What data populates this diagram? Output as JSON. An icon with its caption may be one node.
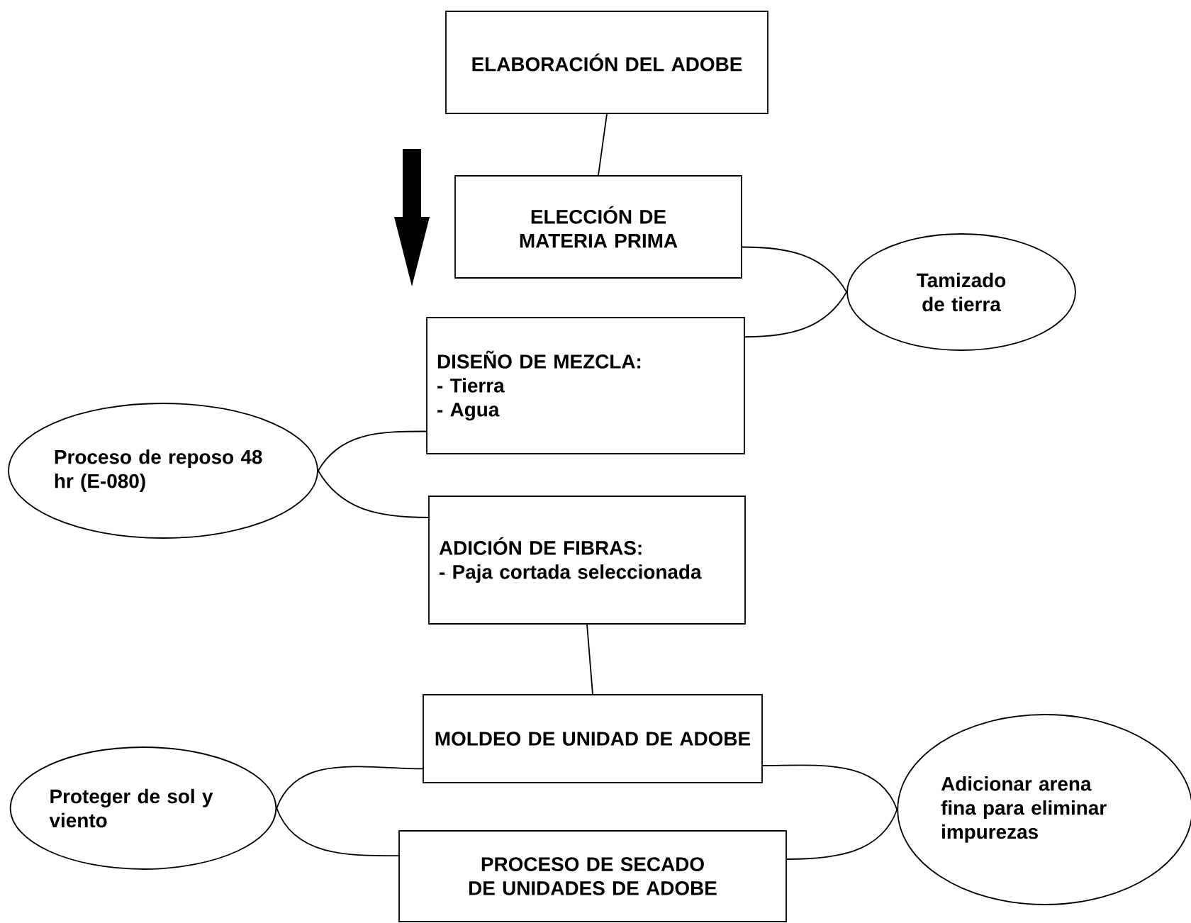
{
  "diagram": {
    "nodes": [
      {
        "text": [
          "ELABORACIÓN DEL ADOBE"
        ]
      },
      {
        "text": [
          "ELECCIÓN DE MATERIA PRIMA"
        ]
      },
      {
        "text": [
          "Tamizado de tierra"
        ]
      },
      {
        "text": [
          "DISEÑO DE MEZCLA:",
          "- Tierra",
          "- Agua"
        ]
      },
      {
        "text": [
          "Proceso de reposo 48 hr (E-080)"
        ]
      },
      {
        "text": [
          "ADICIÓN DE FIBRAS:",
          "- Paja cortada seleccionada"
        ]
      },
      {
        "text": [
          "MOLDEO DE UNIDAD DE ADOBE"
        ]
      },
      {
        "text": [
          "Proteger de sol y viento"
        ]
      },
      {
        "text": [
          "Adicionar arena fina para eliminar impurezas"
        ]
      },
      {
        "text": [
          "PROCESO DE SECADO DE UNIDADES DE ADOBE"
        ]
      }
    ],
    "edges": [
      {
        "from": 0,
        "to": 1,
        "arrow": "none"
      },
      {
        "from": 1,
        "to": 2,
        "arrow": "none"
      },
      {
        "from": 2,
        "to": 3,
        "arrow": "none"
      },
      {
        "from": 3,
        "to": 4,
        "arrow": "none"
      },
      {
        "from": 4,
        "to": 5,
        "arrow": "none"
      },
      {
        "from": 5,
        "to": 6,
        "arrow": "none"
      },
      {
        "from": 6,
        "to": 7,
        "arrow": "none"
      },
      {
        "from": 7,
        "to": 9,
        "arrow": "none"
      },
      {
        "from": 6,
        "to": 8,
        "arrow": "none"
      },
      {
        "from": 8,
        "to": 9,
        "arrow": "none"
      }
    ]
  }
}
